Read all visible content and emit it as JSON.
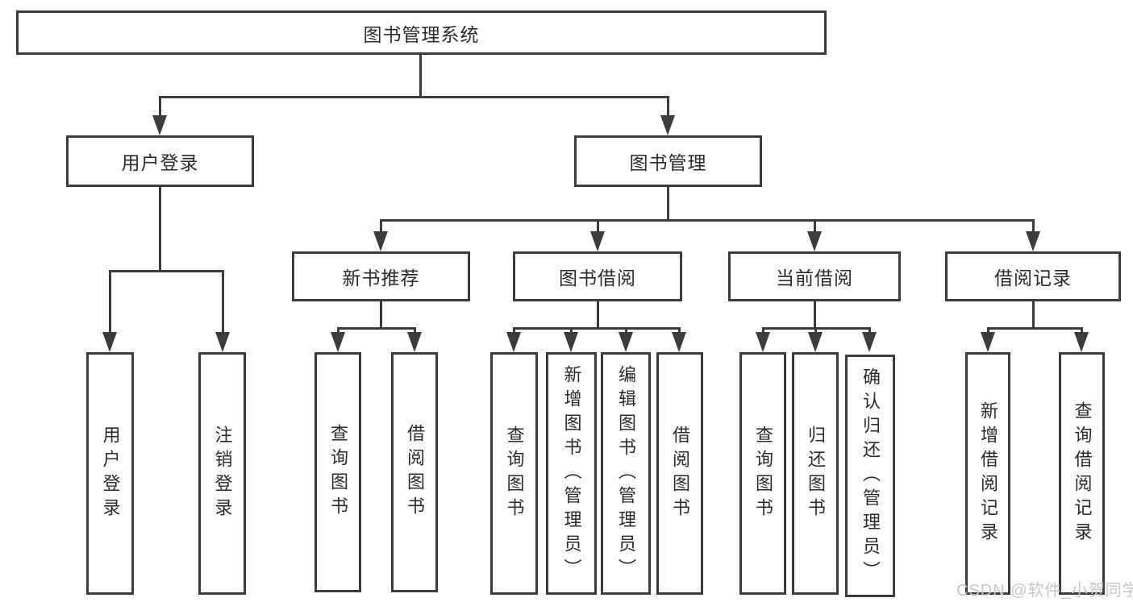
{
  "diagram_type": "hierarchy-tree",
  "colors": {
    "line": "#3c3c3c",
    "box_border": "#3c3c3c",
    "box_fill": "#ffffff",
    "text": "#2b2b2e",
    "watermark": "#c6c6c6"
  },
  "nodes": {
    "root": "图书管理系统",
    "level2": [
      "用户登录",
      "图书管理"
    ],
    "level3": [
      "新书推荐",
      "图书借阅",
      "当前借阅",
      "借阅记录"
    ],
    "level4": {
      "userLogin": [
        "用户登录",
        "注销登录"
      ],
      "newBooks": [
        "查询图书",
        "借阅图书"
      ],
      "borrow": [
        "查询图书",
        "新增图书（管理员）",
        "编辑图书（管理员）",
        "借阅图书"
      ],
      "current": [
        "查询图书",
        "归还图书",
        "确认归还（管理员）"
      ],
      "records": [
        "新增借阅记录",
        "查询借阅记录"
      ]
    }
  },
  "watermark": "CSDN @软件_小贺同学"
}
